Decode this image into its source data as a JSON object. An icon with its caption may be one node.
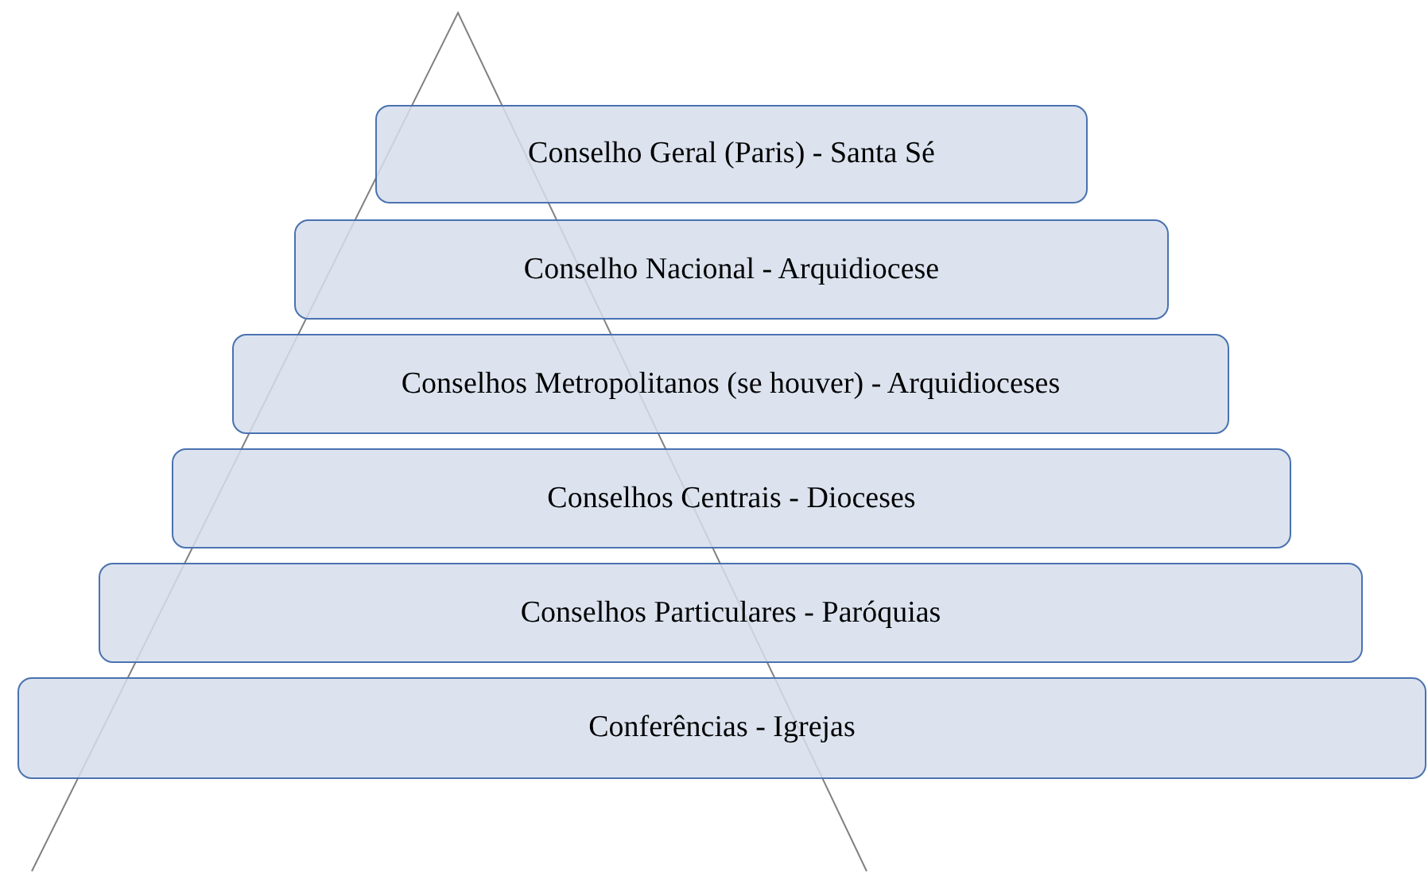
{
  "diagram": {
    "nodes": [
      {
        "text": [
          "Conselho Geral (Paris) - Santa Sé"
        ]
      },
      {
        "text": [
          "Conselho Nacional - Arquidiocese"
        ]
      },
      {
        "text": [
          "Conselhos Metropolitanos (se houver) - Arquidioceses"
        ]
      },
      {
        "text": [
          "Conselhos Centrais - Dioceses"
        ]
      },
      {
        "text": [
          "Conselhos Particulares - Paróquias"
        ]
      },
      {
        "text": [
          "Conferências - Igrejas"
        ]
      }
    ]
  }
}
